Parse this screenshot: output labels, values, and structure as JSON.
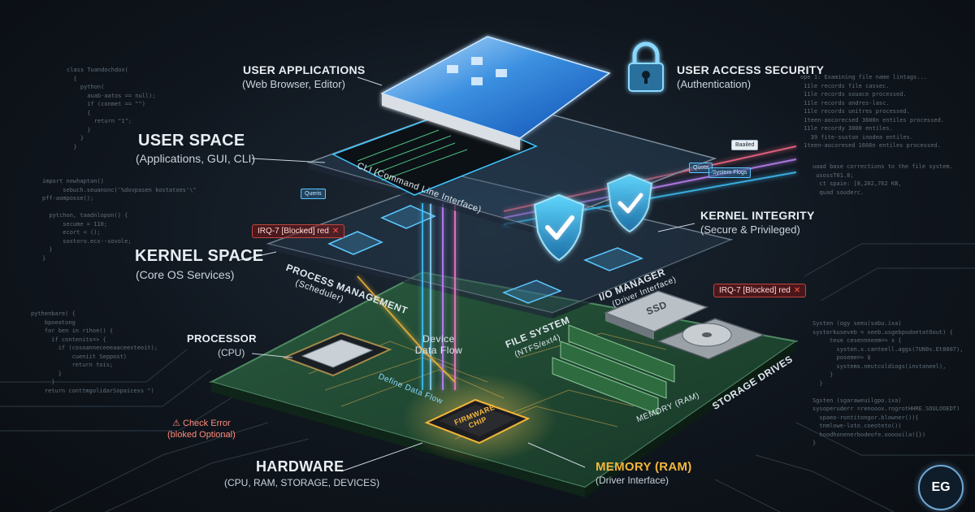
{
  "labels": {
    "user_applications": {
      "title": "USER APPLICATIONS",
      "sub": "(Web Browser, Editor)"
    },
    "user_access_security": {
      "title": "USER ACCESS SECURITY",
      "sub": "(Authentication)"
    },
    "user_space": {
      "title": "USER SPACE",
      "sub": "(Applications, GUI, CLI)"
    },
    "kernel_space": {
      "title": "KERNEL SPACE",
      "sub": "(Core OS Services)"
    },
    "kernel_integrity": {
      "title": "KERNEL INTEGRITY",
      "sub": "(Secure & Privileged)"
    },
    "processor": {
      "title": "PROCESSOR",
      "sub": "(CPU)"
    },
    "hardware": {
      "title": "HARDWARE",
      "sub": "(CPU, RAM, STORAGE, DEVICES)"
    },
    "memory": {
      "title": "MEMORY (RAM)",
      "sub": "(Driver Interface)"
    }
  },
  "layer_text": {
    "cli": "CLI (Command Line Interface)",
    "process_mgmt": "PROCESS MANAGEMENT",
    "scheduler": "(Scheduler)",
    "file_system": "FILE SYSTEM",
    "file_system_sub": "(NTFS/ext4)",
    "io_manager": "I/O MANAGER",
    "io_manager_sub": "(Driver Interface)",
    "device_data_flow": "Device Data Flow",
    "defined_data_flow": "Define Data Flow",
    "firmware_chip": "FIRMWARE CHIP",
    "ssd": "SSD",
    "storage_drives": "STORAGE DRIVES",
    "memory_ram": "MEMORY (RAM)"
  },
  "alerts": {
    "irq_left": "IRQ-7 [Blocked] red",
    "irq_right": "IRQ-7 [Blocked] red",
    "check_error_line1": "⚠ Check Error",
    "check_error_line2": "(bloked Optional)"
  },
  "tags": {
    "tag1": "Queris",
    "tag2": "Quota",
    "tag3": "System Flogs",
    "tag4": "Baailed"
  },
  "code": {
    "left_top": "class Tuandochdox(\n  {\n    python(\n      auab-aatos == null);\n      if (conmet == \"\")\n      {\n        return \"1\";\n      }\n    }\n  }",
    "left_mid": "import newhaptan()\n      sebuch.seuanonc('%dovpasen kostatoes'\\\"\npff-aomposse();\n\n  pytchon, taadnlopon() {\n      secume = 110;\n      ecort = ();\n      sostoro.ecx--sovole;\n  }\n}",
    "left_bottom": "pythenbare( {\n    bpoeatong\n    for ben in rihoe() {\n      if contenits=> {\n        if (cosoanneceeeaaceexteoit);\n            cueniit Seppost)\n            return tois;\n        }\n      }\n    return conttmgolidarSopaicess \")",
    "right_top": "ope 1: Examining file name lintags...\n 11le records file cassec.\n 11le records souace processed.\n 11le records andres-lasc.\n 11le records unitres processed.\n 1teen-aocorecsed 3600n entiles processed.\n 11le recordy 3000 entiles.\n   39 fite-suston inodea entiles.\n 1teen-aocoresed 1666n entiles processed.",
    "right_mid": "uaad base corrections to the file system.\n usossT01.8;\n  ct spaie: [8,202,762 KB,\n  quad souderc.",
    "right_bottom": "Systen (ogy seeu(sabu.ixa)\nsysterkuseveb = xeeb.usgebpodoetatOout) {\n     teue cesennneem=> x {\n       systen.x.canteell.aggs(7UN0s.Et8007),\n       poseme=> $\n       systems.neutcoldiogs(instaneel),\n     }\n  }\n\nSgsten (sgaraweuilgpo.ixa)\nsysoperuderr =renooox.rogrotHHRE.SOULOOEDT)\n  spaeo-rontitongor.blowner()){\n  tnmlowe-loto.coeoteto())\n  hoodhonenerbodeofe.oooooila({})\n}"
  },
  "logo_text": "EG",
  "colors": {
    "accent_cyan": "#3fc6ff",
    "accent_gold": "#f4b63a",
    "pcb_green": "#1f4a35",
    "alert_red": "#e0463c"
  }
}
